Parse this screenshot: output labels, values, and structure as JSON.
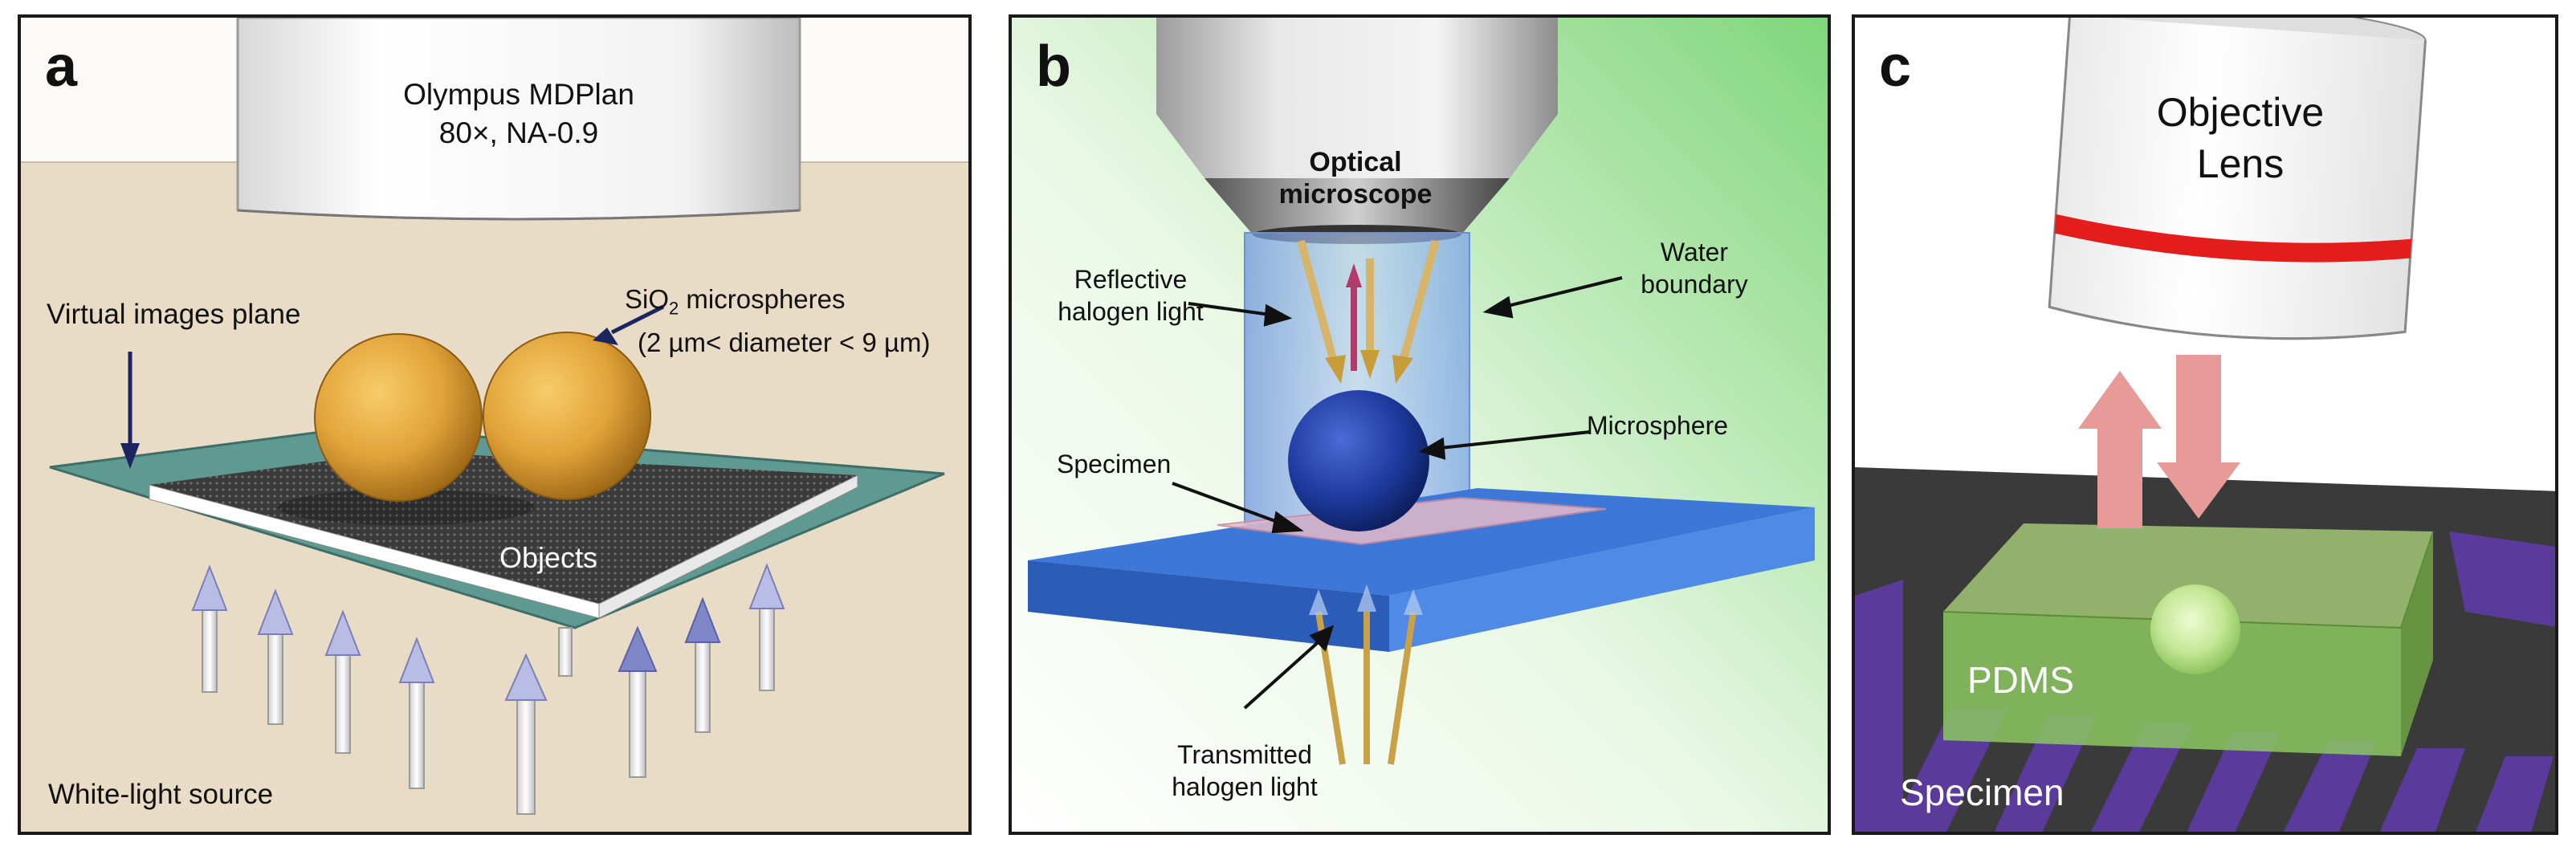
{
  "panel_a": {
    "label": "a",
    "objective_line1": "Olympus MDPlan",
    "objective_line2": "80×, NA-0.9",
    "microspheres_title_pre": "SiO",
    "microspheres_title_sub": "2",
    "microspheres_title_post": " microspheres",
    "microspheres_range": "(2 µm< diameter < 9 µm)",
    "virtual_plane": "Virtual images plane",
    "objects": "Objects",
    "light_source": "White-light source"
  },
  "panel_b": {
    "label": "b",
    "microscope_line1": "Optical",
    "microscope_line2": "microscope",
    "reflective_line1": "Reflective",
    "reflective_line2": "halogen light",
    "water_line1": "Water",
    "water_line2": "boundary",
    "microsphere": "Microsphere",
    "specimen": "Specimen",
    "transmitted_line1": "Transmitted",
    "transmitted_line2": "halogen light"
  },
  "panel_c": {
    "label": "c",
    "lens_line1": "Objective",
    "lens_line2": "Lens",
    "pdms": "PDMS",
    "specimen": "Specimen"
  },
  "colors": {
    "sphere": "#e2a33a",
    "plane": "#5f9a92",
    "blue_water": "#7aa3e8",
    "green_bg": "#7fd67a",
    "red_band": "#e51c1c",
    "arrow_pink": "#e89a98",
    "pdms_green": "#8cc861",
    "specimen_purple": "#5a3a9a"
  }
}
